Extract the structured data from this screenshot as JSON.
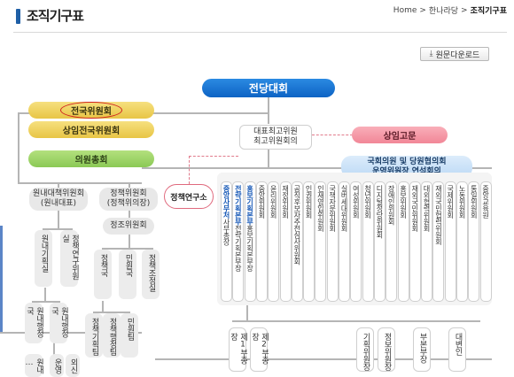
{
  "header": {
    "title": "조직기구표",
    "breadcrumb": [
      "Home",
      ">",
      "한나라당",
      ">",
      "조직기구표"
    ]
  },
  "download": {
    "label": "원문다운로드",
    "icon": "download-icon"
  },
  "chart": {
    "top": "전당대회",
    "left_pills": {
      "national": "전국위원회",
      "standing": "상임전국위원회",
      "members": "의원총회"
    },
    "center": [
      "대표최고위원",
      "최고위원회의"
    ],
    "advisor": "상임고문",
    "assembly_group": [
      "국회의원 및 당원협의회",
      "운영위원장 연석회의"
    ],
    "policy_institute": "정책연구소",
    "floor_leader": [
      "원내대책위원회",
      "(원내대표)"
    ],
    "policy_committee": [
      "정책위원회",
      "(정책위의장)"
    ],
    "policy_subcommittee": "정조위원회",
    "floor_columns": [
      "원내기획실",
      "원내행정국",
      "원내\n…"
    ],
    "policy_columns": [
      "정책연구위원실",
      "정책국",
      "민원국",
      "정책조정실"
    ],
    "policy_bottom": [
      "정책기획팀",
      "정책행정팀",
      "민원팀"
    ],
    "bottom_left": [
      "운영",
      "외신"
    ],
    "org_columns": [
      {
        "accent": "중앙사무처",
        "rest": "사무총장"
      },
      {
        "accent": "전략기획본부",
        "rest": "전략기획본부장"
      },
      {
        "accent": "홍보기획본부",
        "rest": "홍보기획본부장"
      },
      {
        "accent": "",
        "rest": "중앙위원회"
      },
      {
        "accent": "",
        "rest": "윤리위원회"
      },
      {
        "accent": "",
        "rest": "재정위원회"
      },
      {
        "accent": "",
        "rest": "공직후보자추천심사위원회"
      },
      {
        "accent": "",
        "rest": "인권위원회"
      },
      {
        "accent": "",
        "rest": "인재영입위원회"
      },
      {
        "accent": "",
        "rest": "국책자문위원회"
      },
      {
        "accent": "",
        "rest": "실버세대위원회"
      },
      {
        "accent": "",
        "rest": "여성위원회"
      },
      {
        "accent": "",
        "rest": "청년위원회"
      },
      {
        "accent": "",
        "rest": "디지털정당위원회"
      },
      {
        "accent": "",
        "rest": "장애인위원회"
      },
      {
        "accent": "",
        "rest": "홍보위원회"
      },
      {
        "accent": "",
        "rest": "재외국민위원회"
      },
      {
        "accent": "",
        "rest": "대외협력위원회"
      },
      {
        "accent": "",
        "rest": "재외국민협력위원회"
      },
      {
        "accent": "",
        "rest": "국제위원회"
      },
      {
        "accent": "",
        "rest": "노동위원회"
      },
      {
        "accent": "",
        "rest": "통일위원회"
      },
      {
        "accent": "",
        "rest": "중앙교육원"
      }
    ],
    "lower_boxes": [
      "제1부총장",
      "제2부총장",
      "기획위원장",
      "정보위원장",
      "부본부장",
      "대변인"
    ]
  }
}
